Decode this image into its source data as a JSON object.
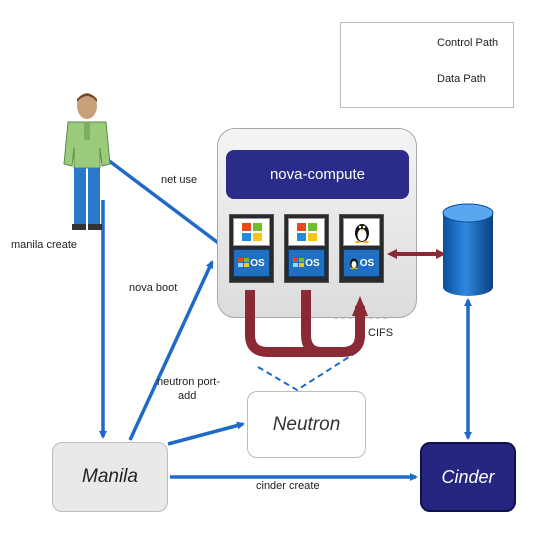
{
  "legend": {
    "control_label": "Control Path",
    "data_label": "Data Path"
  },
  "colors": {
    "control_path": "#1f6ac9",
    "data_path": "#8b2a35",
    "nova_compute": "#2b2b8a",
    "cinder": "#262680"
  },
  "nodes": {
    "nova_compute": "nova-compute",
    "neutron": "Neutron",
    "manila": "Manila",
    "cinder": "Cinder"
  },
  "vm_badge": "OS",
  "edge_labels": {
    "net_use": "net use",
    "manila_create": "manila create",
    "nova_boot": "nova boot",
    "neutron_port_add_1": "neutron port-",
    "neutron_port_add_2": "add",
    "cinder_create": "cinder create",
    "cifs": "CIFS"
  },
  "icons": [
    "user-figure-icon",
    "windows-logo-icon",
    "linux-penguin-icon",
    "storage-cylinder-icon"
  ]
}
